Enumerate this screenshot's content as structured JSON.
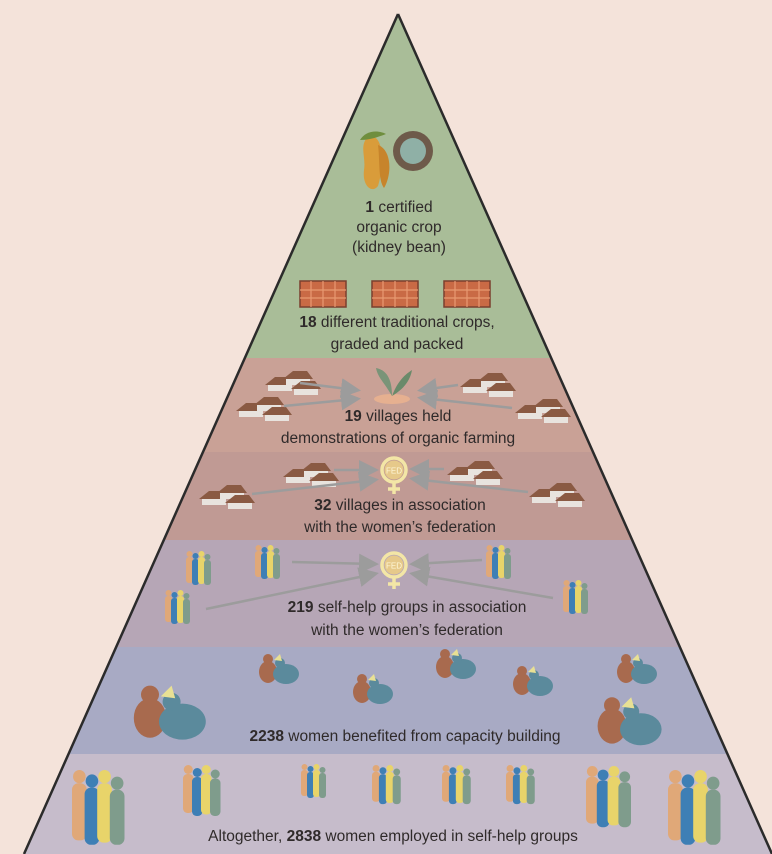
{
  "tiers": [
    {
      "id": "certified-crop",
      "color": "#a9bd98",
      "lines": [
        {
          "num": "1",
          "text": " certified"
        },
        {
          "num": "",
          "text": "organic crop"
        },
        {
          "num": "",
          "text": "(kidney bean)"
        }
      ],
      "icons": [
        "crop-basket-icon"
      ]
    },
    {
      "id": "traditional-crops",
      "color": "#a9bd98",
      "lines": [
        {
          "num": "18",
          "text": " different  traditional crops,"
        },
        {
          "num": "",
          "text": "graded and packed"
        }
      ],
      "icons": [
        "packed-crate-icon",
        "packed-crate-icon",
        "packed-crate-icon"
      ]
    },
    {
      "id": "demo-villages",
      "color": "#c9a196",
      "lines": [
        {
          "num": "19",
          "text": " villages held"
        },
        {
          "num": "",
          "text": "demonstrations of organic farming"
        }
      ],
      "icons": [
        "village-icon",
        "hand-plant-icon"
      ]
    },
    {
      "id": "federation-villages",
      "color": "#c09a94",
      "lines": [
        {
          "num": "32",
          "text": " villages in association"
        },
        {
          "num": "",
          "text": "with the women’s federation"
        }
      ],
      "icons": [
        "village-icon",
        "federation-icon"
      ],
      "hub_label": "FED"
    },
    {
      "id": "self-help-groups",
      "color": "#b6a6b6",
      "lines": [
        {
          "num": "219",
          "text": " self-help groups in association"
        },
        {
          "num": "",
          "text": "with the women’s federation"
        }
      ],
      "icons": [
        "women-group-icon",
        "federation-icon"
      ],
      "hub_label": "FED"
    },
    {
      "id": "capacity-building",
      "color": "#a8aac4",
      "lines": [
        {
          "num": "2238",
          "text": " women benefited from capacity building"
        }
      ],
      "icons": [
        "training-pair-icon"
      ]
    },
    {
      "id": "employed-women",
      "color": "#c6bccb",
      "lines": [
        {
          "num": "",
          "text": "Altogether, "
        },
        {
          "num": "2838",
          "text": " women employed in self-help groups"
        }
      ],
      "icons": [
        "women-group-icon"
      ]
    }
  ],
  "colors": {
    "background": "#f4e3da",
    "outline": "#2b2b2b",
    "arrow": "#9c9c9c",
    "roof": "#8a5a43",
    "wall": "#e8e3de",
    "federation": "#f3e6a6",
    "women": [
      "#e0a878",
      "#3e7fb5",
      "#e8d46a",
      "#7f9c8c"
    ]
  }
}
